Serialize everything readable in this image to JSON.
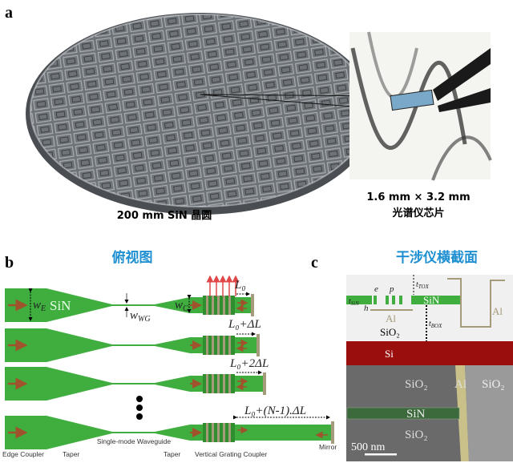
{
  "panel_labels": {
    "a": "a",
    "b": "b",
    "c": "c"
  },
  "panel_a": {
    "wafer_caption": "200 mm SiN 晶圆",
    "chip_size": "1.6 mm × 3.2 mm",
    "chip_caption": "光谱仪芯片"
  },
  "panel_b": {
    "title": "俯视图",
    "material": "SiN",
    "w_E": {
      "main": "w",
      "sub": "E"
    },
    "w_WG": {
      "main": "w",
      "sub": "WG"
    },
    "w_C": {
      "main": "w",
      "sub": "C"
    },
    "lengths": [
      "L₀",
      "L₀+ΔL",
      "L₀+2ΔL",
      "L₀+(N-1).ΔL"
    ],
    "waveguide_label": "Single-mode Waveguide",
    "bottom_labels": [
      "Edge Coupler",
      "Taper",
      "Taper",
      "Vertical Grating Coupler",
      "Mirror"
    ]
  },
  "panel_c": {
    "title": "干涉仪横截面",
    "e": "e",
    "p": "p",
    "h": "h",
    "t_SiN": {
      "main": "t",
      "sub": "SiN"
    },
    "t_TOX": {
      "main": "t",
      "sub": "TOX"
    },
    "t_BOX": {
      "main": "t",
      "sub": "BOX"
    },
    "SiN": "SiN",
    "Al": "Al",
    "SiO2": "SiO₂",
    "Si": "Si",
    "sem_labels": {
      "sio2_top": "SiO₂",
      "al": "Al",
      "sio2_right": "SiO₂",
      "sin": "SiN",
      "sio2_bottom": "SiO₂"
    },
    "scale_bar": "500 nm"
  },
  "colors": {
    "green": "#3fae3f",
    "arrow": "#a0522d",
    "grating": "#a59a7a",
    "si": "#9b0e0e",
    "title": "#1e8fd0"
  }
}
